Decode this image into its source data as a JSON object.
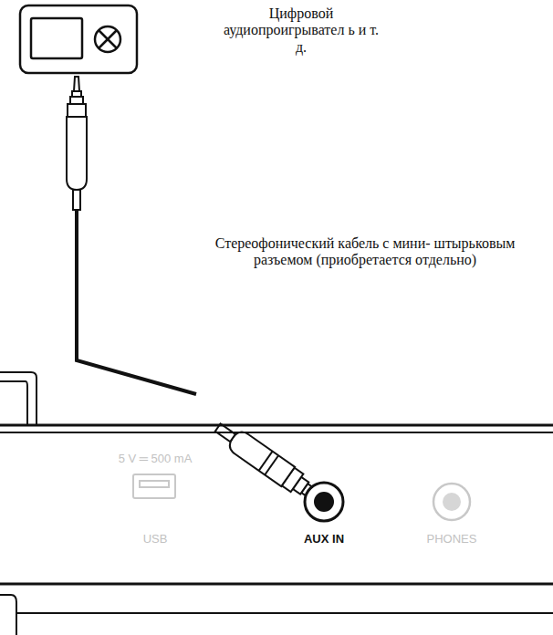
{
  "diagram": {
    "labels": [
      "Цифровой аудиопроигрывател ь и т. д.",
      "Стереофонический кабель с мини- штырьковым разъемом (приобретается отдельно)",
      "5 V ═ 500 mA",
      "USB",
      "AUX IN",
      "PHONES"
    ]
  }
}
